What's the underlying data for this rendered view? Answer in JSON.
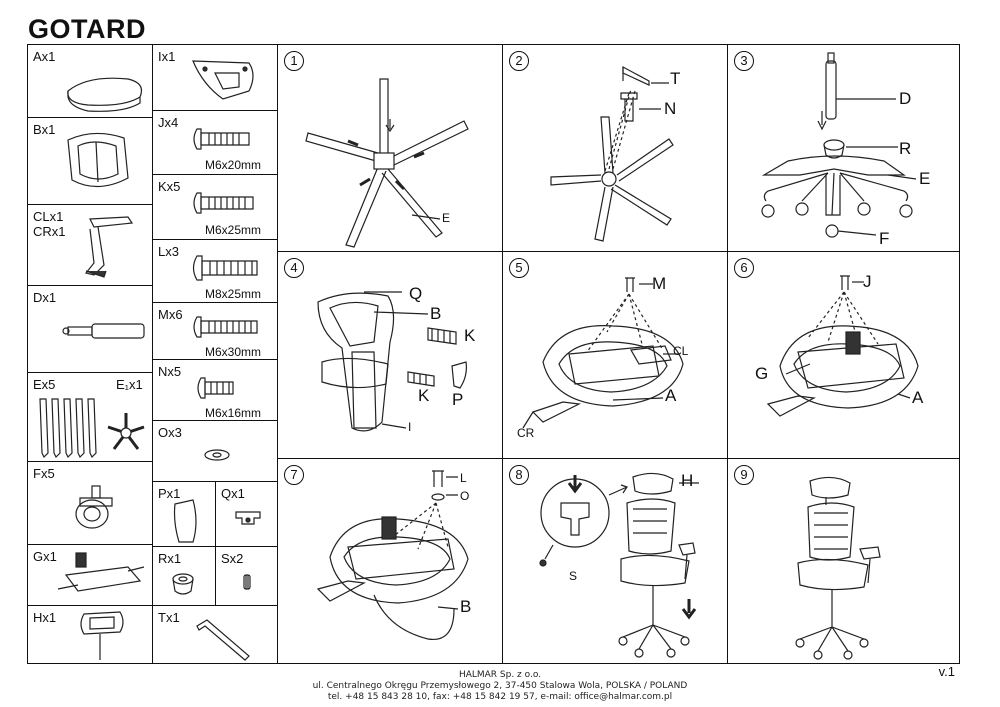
{
  "title": "GOTARD",
  "parts_col1": [
    {
      "id": "A",
      "label": "Ax1"
    },
    {
      "id": "B",
      "label": "Bx1"
    },
    {
      "id": "CL",
      "label": "CLx1",
      "label2": "CRx1"
    },
    {
      "id": "D",
      "label": "Dx1"
    },
    {
      "id": "E",
      "label": "Ex5",
      "label_right": "E₁x1"
    },
    {
      "id": "F",
      "label": "Fx5"
    },
    {
      "id": "G",
      "label": "Gx1"
    },
    {
      "id": "H",
      "label": "Hx1"
    }
  ],
  "parts_col2": [
    {
      "id": "I",
      "label": "Ix1",
      "spec": ""
    },
    {
      "id": "J",
      "label": "Jx4",
      "spec": "M6x20mm"
    },
    {
      "id": "K",
      "label": "Kx5",
      "spec": "M6x25mm"
    },
    {
      "id": "L",
      "label": "Lx3",
      "spec": "M8x25mm"
    },
    {
      "id": "M",
      "label": "Mx6",
      "spec": "M6x30mm"
    },
    {
      "id": "N",
      "label": "Nx5",
      "spec": "M6x16mm"
    },
    {
      "id": "O",
      "label": "Ox3",
      "spec": ""
    }
  ],
  "parts_pair": {
    "P": "Px1",
    "Q": "Qx1",
    "R": "Rx1",
    "S": "Sx2",
    "T": "Tx1"
  },
  "steps": [
    {
      "num": "1",
      "letters": [
        "E"
      ]
    },
    {
      "num": "2",
      "letters": [
        "T",
        "N"
      ]
    },
    {
      "num": "3",
      "letters": [
        "D",
        "R",
        "E",
        "F"
      ]
    },
    {
      "num": "4",
      "letters": [
        "Q",
        "B",
        "K",
        "K",
        "P",
        "I"
      ]
    },
    {
      "num": "5",
      "letters": [
        "M",
        "CL",
        "A",
        "CR"
      ]
    },
    {
      "num": "6",
      "letters": [
        "J",
        "G",
        "A"
      ]
    },
    {
      "num": "7",
      "letters": [
        "L",
        "O",
        "B"
      ]
    },
    {
      "num": "8",
      "letters": [
        "H",
        "S"
      ]
    },
    {
      "num": "9",
      "letters": []
    }
  ],
  "footer": {
    "company": "HALMAR Sp. z o.o.",
    "address": "ul. Centralnego Okręgu Przemysłowego 2, 37-450 Stalowa Wola, POLSKA / POLAND",
    "contact": "tel. +48 15 843 28 10, fax: +48 15 842 19 57, e-mail: office@halmar.com.pl"
  },
  "version": "v.1"
}
